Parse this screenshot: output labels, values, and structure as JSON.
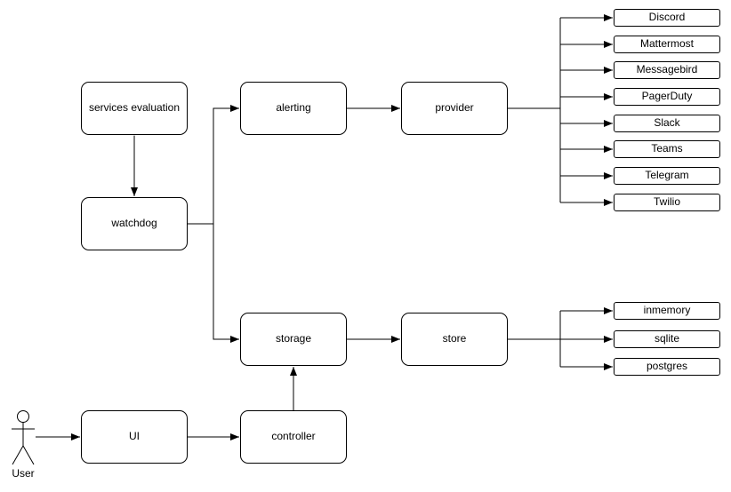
{
  "diagram": {
    "nodes": {
      "services_evaluation": {
        "label": "services evaluation"
      },
      "watchdog": {
        "label": "watchdog"
      },
      "alerting": {
        "label": "alerting"
      },
      "provider": {
        "label": "provider"
      },
      "storage": {
        "label": "storage"
      },
      "store": {
        "label": "store"
      },
      "ui": {
        "label": "UI"
      },
      "controller": {
        "label": "controller"
      }
    },
    "providers": [
      "Discord",
      "Mattermost",
      "Messagebird",
      "PagerDuty",
      "Slack",
      "Teams",
      "Telegram",
      "Twilio"
    ],
    "stores": [
      "inmemory",
      "sqlite",
      "postgres"
    ],
    "actor": {
      "label": "User"
    },
    "colors": {
      "line": "#000000",
      "box_border": "#000000",
      "box_fill": "#ffffff",
      "background": "#ffffff"
    }
  }
}
